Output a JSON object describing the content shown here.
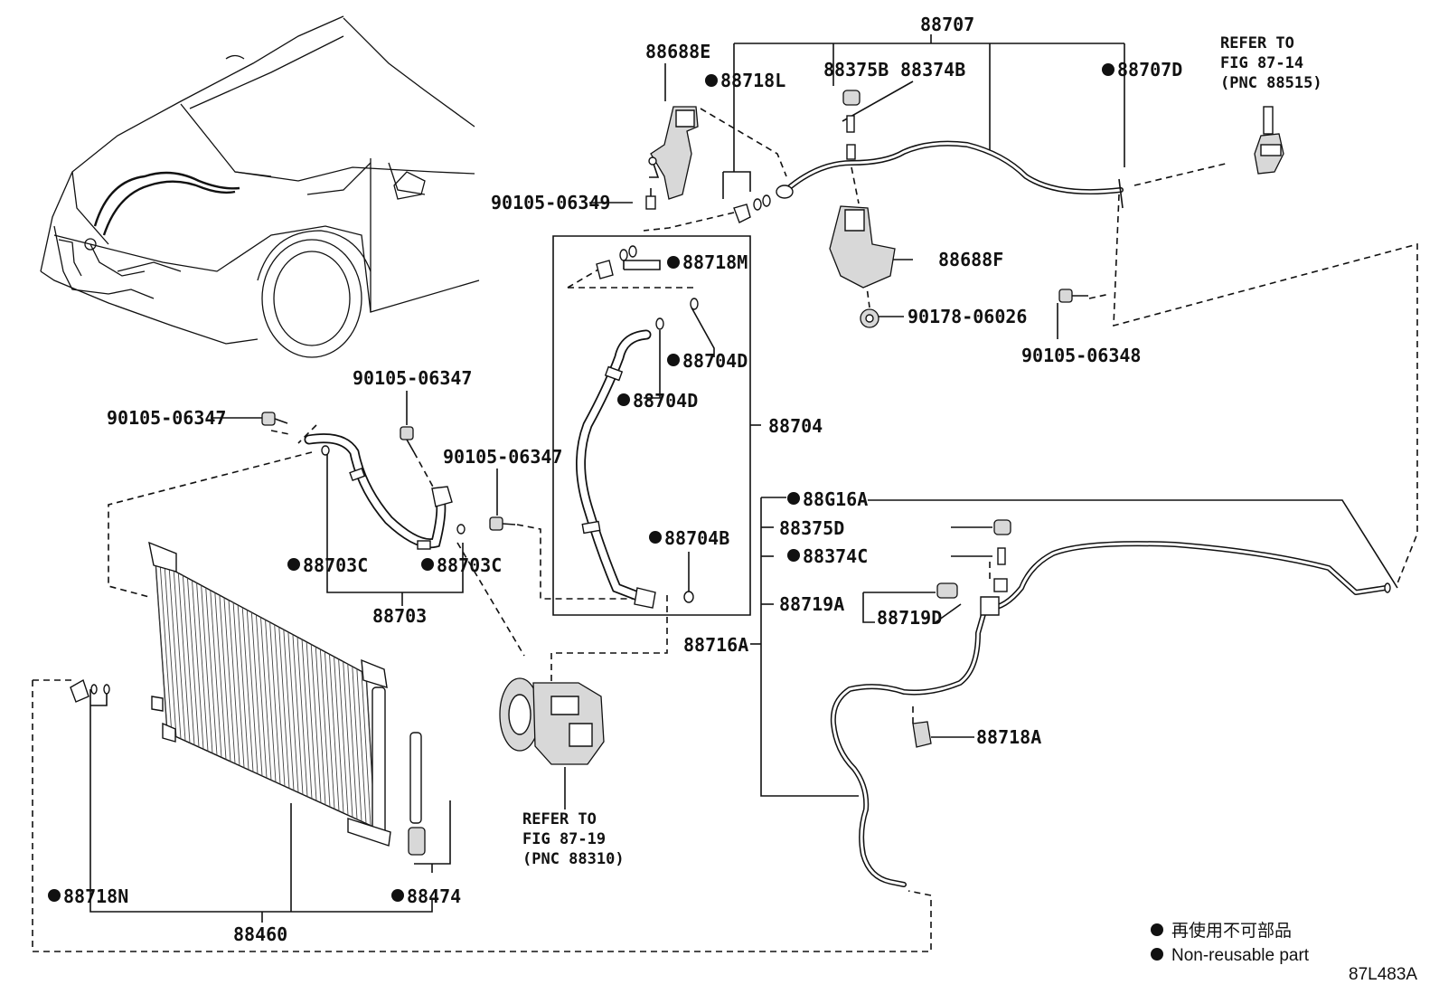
{
  "labels": {
    "p88707": "88707",
    "p88688E": "88688E",
    "p88718L": "88718L",
    "p88375B": "88375B",
    "p88374B": "88374B",
    "p88707D": "88707D",
    "refer1_a": "REFER TO",
    "refer1_b": "FIG 87-14",
    "refer1_c": "(PNC 88515)",
    "p90105_06349": "90105-06349",
    "p88718M": "88718M",
    "p88688F": "88688F",
    "p90178_06026": "90178-06026",
    "p90105_06348": "90105-06348",
    "p88704D_a": "88704D",
    "p88704D_b": "88704D",
    "p88704": "88704",
    "p90105_06347_a": "90105-06347",
    "p90105_06347_b": "90105-06347",
    "p90105_06347_c": "90105-06347",
    "p88703C_a": "88703C",
    "p88703C_b": "88703C",
    "p88703": "88703",
    "p88704B": "88704B",
    "p88G16A": "88G16A",
    "p88375D": "88375D",
    "p88374C": "88374C",
    "p88719A": "88719A",
    "p88719D": "88719D",
    "p88716A": "88716A",
    "p88718A": "88718A",
    "refer2_a": "REFER TO",
    "refer2_b": "FIG 87-19",
    "refer2_c": "(PNC 88310)",
    "p88718N": "88718N",
    "p88474": "88474",
    "p88460": "88460"
  },
  "legend": {
    "jp": "再使用不可部品",
    "en": "Non-reusable part"
  },
  "figure_code": "87L483A"
}
